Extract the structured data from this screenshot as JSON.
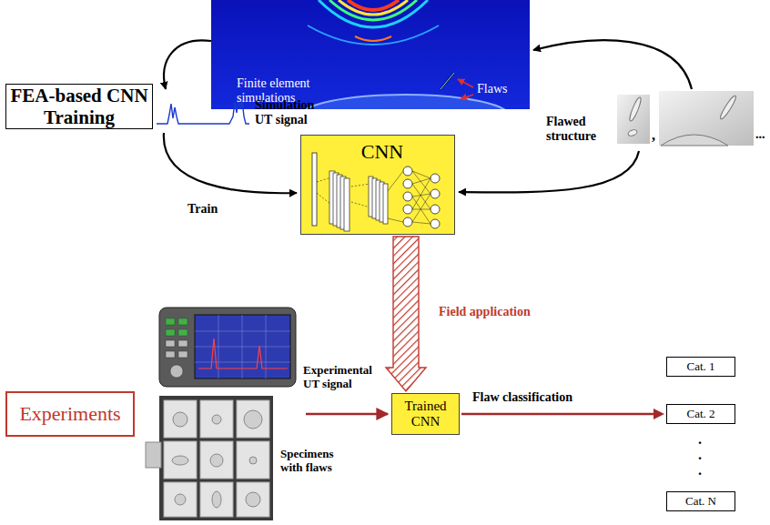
{
  "diagram": {
    "nodes": [
      {
        "text": [
          "Finite element simulations",
          "Flaws"
        ]
      },
      {
        "text": [
          "FEA-based CNN Training"
        ]
      },
      {
        "text": [
          "CNN"
        ]
      },
      {
        "text": [
          "Experiments"
        ]
      },
      {
        "text": [
          "Trained CNN"
        ]
      },
      {
        "text": [
          "Cat. 1"
        ]
      },
      {
        "text": [
          "Cat. 2"
        ]
      },
      {
        "text": [
          "Cat. N"
        ]
      }
    ],
    "edges": [
      {
        "from": 2,
        "to": 4,
        "arrow": "to",
        "label": "Field application"
      },
      {
        "from": 4,
        "to": 6,
        "arrow": "to",
        "label": "Flaw classification"
      }
    ],
    "labels": [
      "Simulation UT signal",
      "Train",
      "Flawed structure",
      ",",
      "...",
      "Experimental UT signal",
      "Specimens with flaws",
      ".",
      ".",
      "."
    ]
  }
}
